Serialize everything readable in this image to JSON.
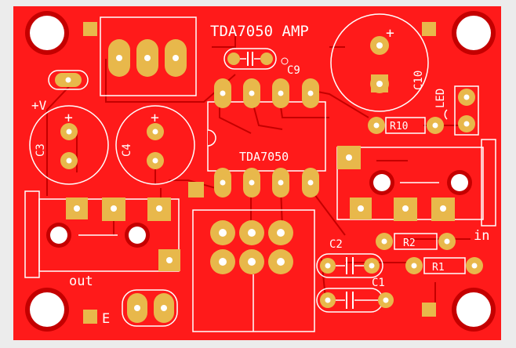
{
  "board": {
    "colors": {
      "background": "#ececec",
      "copper": "#ff1a1a",
      "copper_dark": "#c40000",
      "pad": "#e8b84b",
      "silkscreen": "#ffffff",
      "drill": "#ffffff"
    }
  },
  "labels": {
    "title": "TDA7050 AMP",
    "ic": "TDA7050",
    "c9": "C9",
    "c10": "C10",
    "led": "LED",
    "r10": "R10",
    "plus_v": "+V",
    "c3": "C3",
    "c4": "C4",
    "out": "out",
    "in": "in",
    "c2": "C2",
    "c1": "C1",
    "r2": "R2",
    "r1": "R1",
    "e": "E",
    "plus": "+"
  }
}
